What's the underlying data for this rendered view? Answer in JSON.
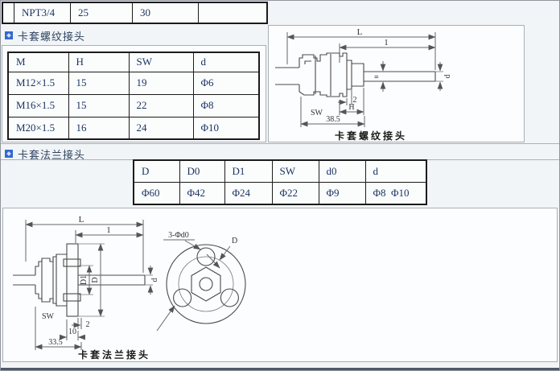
{
  "top_table": {
    "cells": [
      "",
      "NPT3/4",
      "25",
      "30",
      ""
    ]
  },
  "section1": {
    "title": "卡套螺纹接头",
    "table": {
      "headers": [
        "M",
        "H",
        "SW",
        "d"
      ],
      "rows": [
        [
          "M12×1.5",
          "15",
          "19",
          "Φ6"
        ],
        [
          "M16×1.5",
          "15",
          "22",
          "Φ8"
        ],
        [
          "M20×1.5",
          "16",
          "24",
          "Φ10"
        ]
      ]
    },
    "diagram": {
      "caption": "卡套螺纹接头",
      "dim_L": "L",
      "dim_1": "1",
      "dim_eq": "=",
      "dim_d": "d",
      "dim_2": "2",
      "dim_H": "H",
      "dim_SW": "SW",
      "dim_385": "38.5"
    }
  },
  "section2": {
    "title": "卡套法兰接头",
    "table": {
      "headers": [
        "D",
        "D0",
        "D1",
        "SW",
        "d0",
        "d"
      ],
      "rows": [
        [
          "Φ60",
          "Φ42",
          "Φ24",
          "Φ22",
          "Φ9",
          "Φ8  Φ10"
        ]
      ]
    },
    "diagram": {
      "caption": "卡套法兰接头",
      "dim_L": "L",
      "dim_1": "1",
      "dim_D1": "D1",
      "dim_D": "D",
      "dim_d": "d",
      "dim_2": "2",
      "dim_10": "10",
      "dim_335": "33.5",
      "dim_SW": "SW",
      "front_holes": "3-Φd0",
      "front_D": "D"
    }
  },
  "colors": {
    "accent_blue": "#3468d0",
    "table_text": "#1c3361",
    "bottom_bar": "#4f5a66"
  }
}
